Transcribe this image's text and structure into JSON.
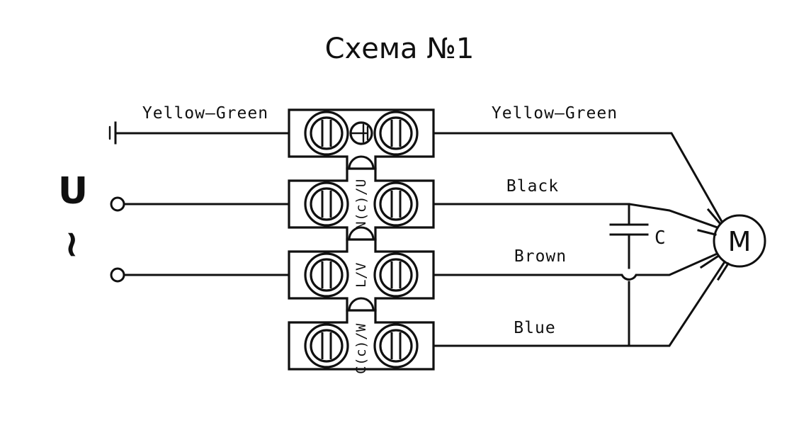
{
  "title": "Схема №1",
  "supply": {
    "voltage_label": "U",
    "ac_symbol": "~",
    "earth_symbol_name": "earth-ground",
    "terminals": 2
  },
  "left_wires": [
    {
      "label": "Yellow—Green",
      "row": "earth"
    }
  ],
  "right_wires": [
    {
      "label": "Yellow—Green",
      "row": "earth"
    },
    {
      "label": "Black",
      "row": "n"
    },
    {
      "label": "Brown",
      "row": "l"
    },
    {
      "label": "Blue",
      "row": "c"
    }
  ],
  "terminal_block": {
    "rows": [
      {
        "id": "earth",
        "label": "",
        "has_earth_icon": true
      },
      {
        "id": "n",
        "label": "N(c)/U",
        "has_earth_icon": false
      },
      {
        "id": "l",
        "label": "L/V",
        "has_earth_icon": false
      },
      {
        "id": "c",
        "label": "C(c)/W",
        "has_earth_icon": false
      }
    ],
    "screws_per_row": 2
  },
  "capacitor": {
    "label": "C"
  },
  "motor": {
    "label": "M"
  },
  "colors": {
    "line": "#101010",
    "background": "#ffffff"
  }
}
